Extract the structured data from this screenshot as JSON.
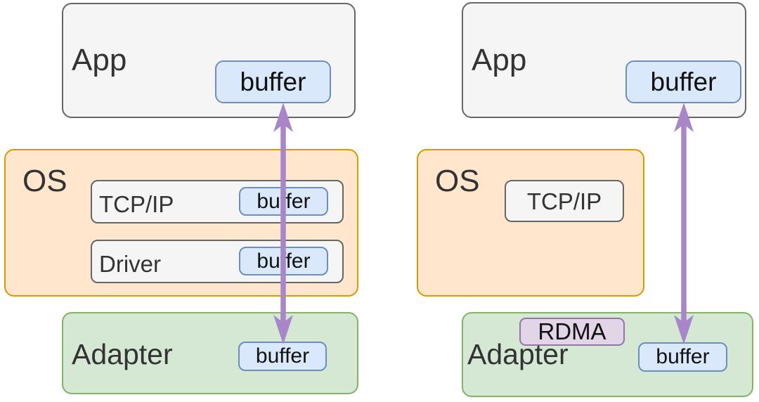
{
  "left_panel": {
    "app": {
      "label": "App",
      "buffer_label": "buffer"
    },
    "os": {
      "label": "OS",
      "tcpip_label": "TCP/IP",
      "tcpip_buffer_label": "buffer",
      "driver_label": "Driver",
      "driver_buffer_label": "buffer"
    },
    "adapter": {
      "label": "Adapter",
      "buffer_label": "buffer"
    }
  },
  "right_panel": {
    "app": {
      "label": "App",
      "buffer_label": "buffer"
    },
    "os": {
      "label": "OS",
      "tcpip_label": "TCP/IP"
    },
    "adapter": {
      "label": "Adapter",
      "rdma_label": "RDMA",
      "buffer_label": "buffer"
    }
  },
  "colors": {
    "app_fill": "#f5f5f5",
    "app_border": "#666666",
    "os_fill": "#ffe6cc",
    "os_border": "#d79b00",
    "adapter_fill": "#d5e8d4",
    "adapter_border": "#82b366",
    "buffer_fill": "#dae8fc",
    "buffer_border": "#6c8ebf",
    "rdma_fill": "#e1d5e7",
    "rdma_border": "#9673a6",
    "arrow": "#a886c7",
    "background": "#ffffff"
  }
}
